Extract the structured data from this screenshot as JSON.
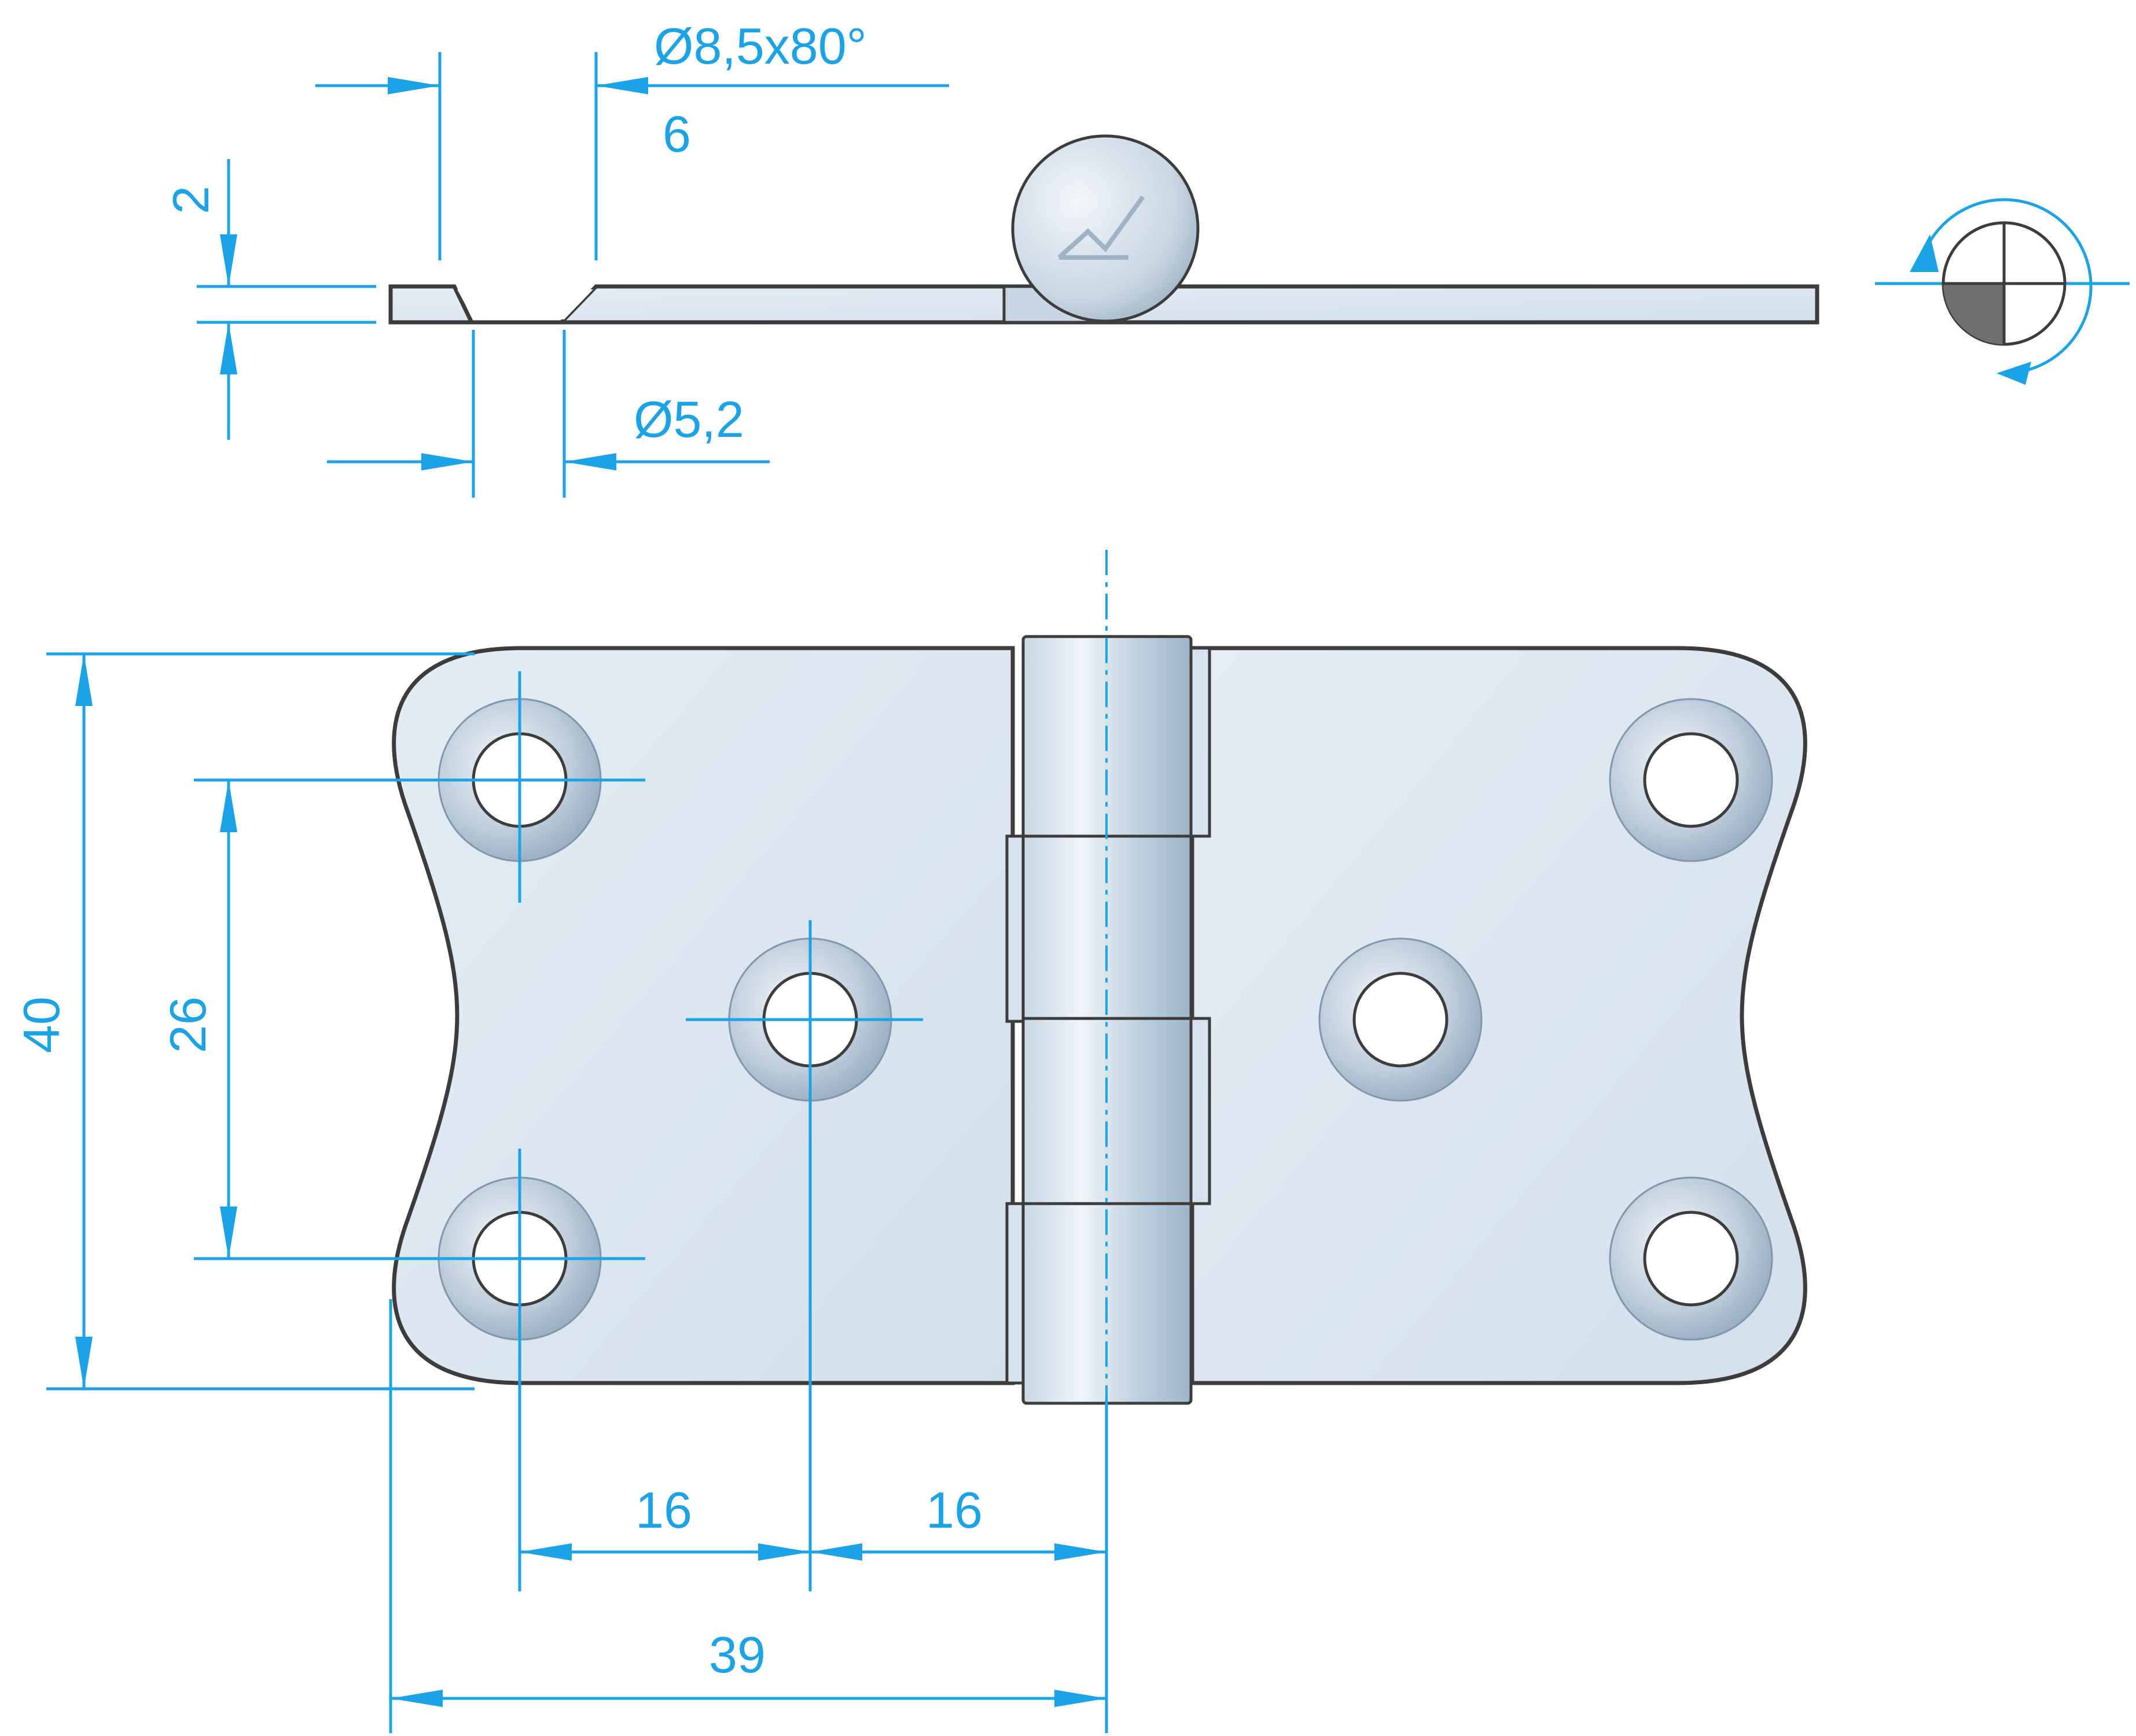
{
  "drawing": {
    "dimensions": {
      "countersink": "Ø8,5x80°",
      "countersink_offset": "6",
      "thickness": "2",
      "hole_diameter": "Ø5,2",
      "overall_height": "40",
      "hole_spacing_vertical": "26",
      "hole_spacing_horizontal_left": "16",
      "hole_spacing_horizontal_right": "16",
      "half_length": "39"
    },
    "colors": {
      "dimension": "#1aa3e6",
      "outline": "#3c3c3c",
      "metal": "#dde8f2"
    },
    "icons": {
      "projection_symbol": "first-angle-projection-icon",
      "rotation_arrow": "rotation-arrow-icon"
    }
  }
}
